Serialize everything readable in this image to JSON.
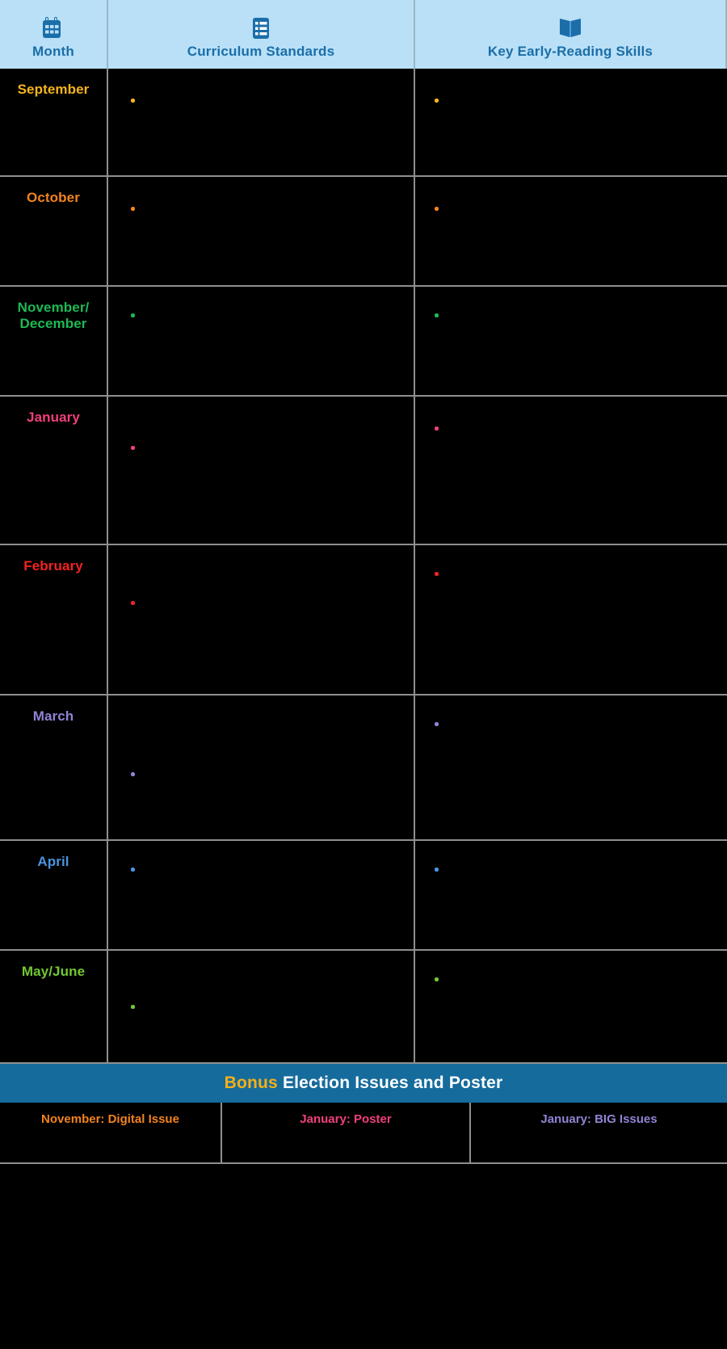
{
  "header": {
    "columns": [
      {
        "icon": "calendar-icon",
        "label": "Month"
      },
      {
        "icon": "list-icon",
        "label": "Curriculum Standards"
      },
      {
        "icon": "open-book-icon",
        "label": "Key Early-Reading Skills"
      }
    ],
    "background": "#b9e0f7",
    "text_color": "#1b6ea8"
  },
  "rows": [
    {
      "month": "September",
      "color": "#f7b51c",
      "standards": [
        "",
        "",
        "",
        ""
      ],
      "skills": [
        "",
        "",
        "",
        ""
      ]
    },
    {
      "month": "October",
      "color": "#f2831f",
      "standards": [
        "",
        "",
        "",
        ""
      ],
      "skills": [
        "",
        "",
        "",
        ""
      ]
    },
    {
      "month": "November/\nDecember",
      "color": "#1db954",
      "standards": [
        "",
        "",
        "",
        ""
      ],
      "skills": [
        "",
        "",
        "",
        ""
      ]
    },
    {
      "month": "January",
      "color": "#f0407a",
      "standards": [
        "",
        "",
        "",
        ""
      ],
      "skills": [
        "",
        "",
        "",
        ""
      ]
    },
    {
      "month": "February",
      "color": "#f42222",
      "standards": [
        "",
        "",
        "",
        ""
      ],
      "skills": [
        "",
        "",
        "",
        ""
      ]
    },
    {
      "month": "March",
      "color": "#8f84d4",
      "standards": [
        "",
        "",
        "",
        ""
      ],
      "skills": [
        "",
        "",
        "",
        ""
      ]
    },
    {
      "month": "April",
      "color": "#4a95e0",
      "standards": [
        "",
        "",
        "",
        ""
      ],
      "skills": [
        "",
        "",
        "",
        ""
      ]
    },
    {
      "month": "May/June",
      "color": "#72c832",
      "standards": [
        "",
        "",
        "",
        ""
      ],
      "skills": [
        "",
        "",
        "",
        ""
      ]
    }
  ],
  "bonus": {
    "keyword": "Bonus",
    "keyword_color": "#f5b018",
    "title": " Election Issues and Poster",
    "background": "#156b9c"
  },
  "bottom": [
    {
      "label": "November: Digital Issue",
      "color": "#f2831f"
    },
    {
      "label": "January: Poster",
      "color": "#f0407a"
    },
    {
      "label": "January: BIG Issues",
      "color": "#8f84d4"
    }
  ]
}
